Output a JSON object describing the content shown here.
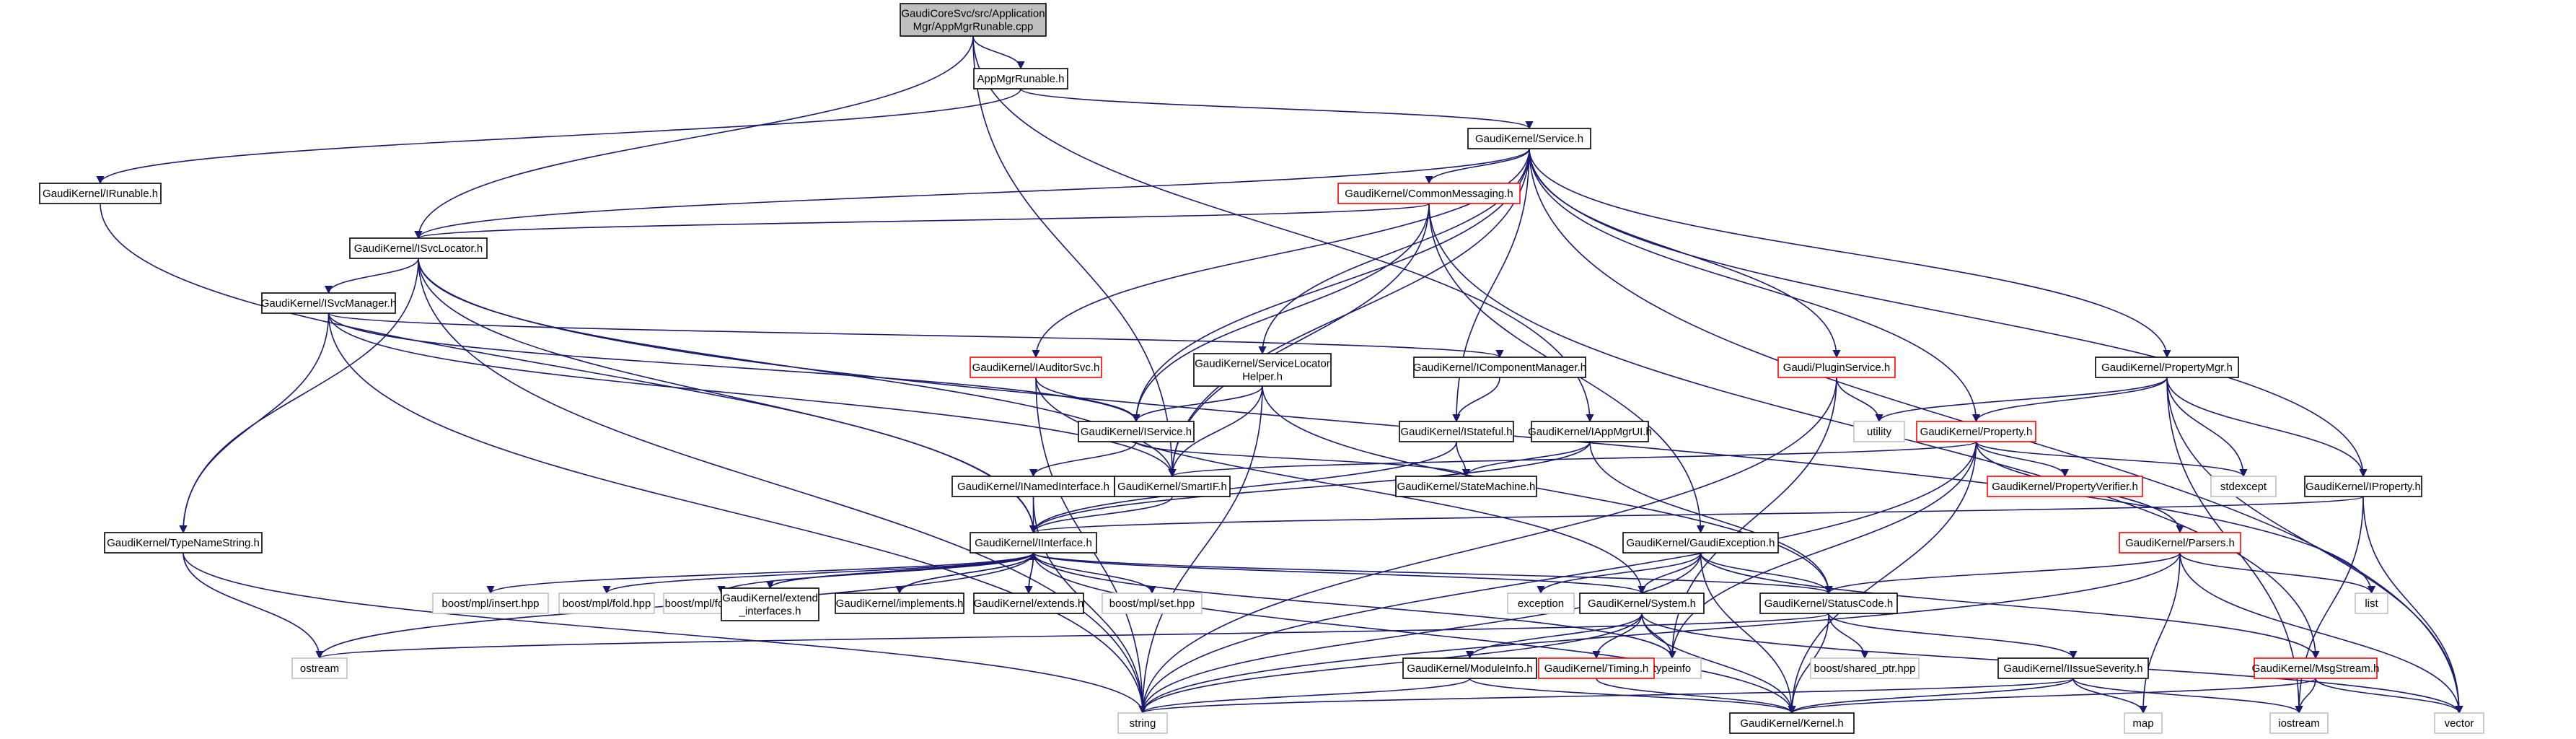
{
  "nodes": [
    {
      "id": "root",
      "lines": [
        "GaudiCoreSvc/src/Application",
        "Mgr/AppMgrRunable.cpp"
      ],
      "style": "root"
    },
    {
      "id": "appmgrrunable",
      "lines": [
        "AppMgrRunable.h"
      ],
      "style": "normal"
    },
    {
      "id": "service",
      "lines": [
        "GaudiKernel/Service.h"
      ],
      "style": "normal"
    },
    {
      "id": "irunable",
      "lines": [
        "GaudiKernel/IRunable.h"
      ],
      "style": "normal"
    },
    {
      "id": "commonmessaging",
      "lines": [
        "GaudiKernel/CommonMessaging.h"
      ],
      "style": "red"
    },
    {
      "id": "isvclocator",
      "lines": [
        "GaudiKernel/ISvcLocator.h"
      ],
      "style": "normal"
    },
    {
      "id": "isvcmanager",
      "lines": [
        "GaudiKernel/ISvcManager.h"
      ],
      "style": "normal"
    },
    {
      "id": "icomponentmanager",
      "lines": [
        "GaudiKernel/IComponentManager.h"
      ],
      "style": "normal"
    },
    {
      "id": "iauditorsvc",
      "lines": [
        "GaudiKernel/IAuditorSvc.h"
      ],
      "style": "red"
    },
    {
      "id": "servicelocatorhelper",
      "lines": [
        "GaudiKernel/ServiceLocator",
        "Helper.h"
      ],
      "style": "normal"
    },
    {
      "id": "pluginservice",
      "lines": [
        "Gaudi/PluginService.h"
      ],
      "style": "red"
    },
    {
      "id": "propertymgr",
      "lines": [
        "GaudiKernel/PropertyMgr.h"
      ],
      "style": "normal"
    },
    {
      "id": "iservice",
      "lines": [
        "GaudiKernel/IService.h"
      ],
      "style": "normal"
    },
    {
      "id": "istateful",
      "lines": [
        "GaudiKernel/IStateful.h"
      ],
      "style": "normal"
    },
    {
      "id": "iappmgrui",
      "lines": [
        "GaudiKernel/IAppMgrUI.h"
      ],
      "style": "normal"
    },
    {
      "id": "property",
      "lines": [
        "GaudiKernel/Property.h"
      ],
      "style": "red"
    },
    {
      "id": "utility",
      "lines": [
        "utility"
      ],
      "style": "grey"
    },
    {
      "id": "inamedinterface",
      "lines": [
        "GaudiKernel/INamedInterface.h"
      ],
      "style": "normal"
    },
    {
      "id": "smartif",
      "lines": [
        "GaudiKernel/SmartIF.h"
      ],
      "style": "normal"
    },
    {
      "id": "statemachine",
      "lines": [
        "GaudiKernel/StateMachine.h"
      ],
      "style": "normal"
    },
    {
      "id": "propertyverifier",
      "lines": [
        "GaudiKernel/PropertyVerifier.h"
      ],
      "style": "red"
    },
    {
      "id": "stdexcept",
      "lines": [
        "stdexcept"
      ],
      "style": "grey"
    },
    {
      "id": "iproperty",
      "lines": [
        "GaudiKernel/IProperty.h"
      ],
      "style": "normal"
    },
    {
      "id": "typenamestring",
      "lines": [
        "GaudiKernel/TypeNameString.h"
      ],
      "style": "normal"
    },
    {
      "id": "iinterface",
      "lines": [
        "GaudiKernel/IInterface.h"
      ],
      "style": "normal"
    },
    {
      "id": "gaudiexception",
      "lines": [
        "GaudiKernel/GaudiException.h"
      ],
      "style": "normal"
    },
    {
      "id": "parsers",
      "lines": [
        "GaudiKernel/Parsers.h"
      ],
      "style": "red"
    },
    {
      "id": "mplinsert",
      "lines": [
        "boost/mpl/insert.hpp"
      ],
      "style": "grey"
    },
    {
      "id": "mplfold",
      "lines": [
        "boost/mpl/fold.hpp"
      ],
      "style": "grey"
    },
    {
      "id": "mplforeach",
      "lines": [
        "boost/mpl/for_each.hpp"
      ],
      "style": "grey"
    },
    {
      "id": "extendinterfaces",
      "lines": [
        "GaudiKernel/extend",
        "_interfaces.h"
      ],
      "style": "normal"
    },
    {
      "id": "implements",
      "lines": [
        "GaudiKernel/implements.h"
      ],
      "style": "normal"
    },
    {
      "id": "extends",
      "lines": [
        "GaudiKernel/extends.h"
      ],
      "style": "normal"
    },
    {
      "id": "mplset",
      "lines": [
        "boost/mpl/set.hpp"
      ],
      "style": "grey"
    },
    {
      "id": "exception",
      "lines": [
        "exception"
      ],
      "style": "grey"
    },
    {
      "id": "system",
      "lines": [
        "GaudiKernel/System.h"
      ],
      "style": "normal"
    },
    {
      "id": "statuscode",
      "lines": [
        "GaudiKernel/StatusCode.h"
      ],
      "style": "normal"
    },
    {
      "id": "list",
      "lines": [
        "list"
      ],
      "style": "grey"
    },
    {
      "id": "ostream",
      "lines": [
        "ostream"
      ],
      "style": "grey"
    },
    {
      "id": "typeinfo",
      "lines": [
        "typeinfo"
      ],
      "style": "grey"
    },
    {
      "id": "sharedptr",
      "lines": [
        "boost/shared_ptr.hpp"
      ],
      "style": "grey"
    },
    {
      "id": "moduleinfo",
      "lines": [
        "GaudiKernel/ModuleInfo.h"
      ],
      "style": "normal"
    },
    {
      "id": "timing",
      "lines": [
        "GaudiKernel/Timing.h"
      ],
      "style": "red"
    },
    {
      "id": "iissueseverity",
      "lines": [
        "GaudiKernel/IIssueSeverity.h"
      ],
      "style": "normal"
    },
    {
      "id": "msgstream",
      "lines": [
        "GaudiKernel/MsgStream.h"
      ],
      "style": "red"
    },
    {
      "id": "string",
      "lines": [
        "string"
      ],
      "style": "grey"
    },
    {
      "id": "kernel",
      "lines": [
        "GaudiKernel/Kernel.h"
      ],
      "style": "normal"
    },
    {
      "id": "map",
      "lines": [
        "map"
      ],
      "style": "grey"
    },
    {
      "id": "iostream",
      "lines": [
        "iostream"
      ],
      "style": "grey"
    },
    {
      "id": "vector",
      "lines": [
        "vector"
      ],
      "style": "grey"
    }
  ],
  "edges": [
    [
      "root",
      "appmgrrunable"
    ],
    [
      "root",
      "isvclocator"
    ],
    [
      "root",
      "smartif"
    ],
    [
      "root",
      "iappmgrui"
    ],
    [
      "appmgrrunable",
      "service"
    ],
    [
      "appmgrrunable",
      "irunable"
    ],
    [
      "irunable",
      "iinterface"
    ],
    [
      "service",
      "commonmessaging"
    ],
    [
      "service",
      "isvclocator"
    ],
    [
      "service",
      "iauditorsvc"
    ],
    [
      "service",
      "servicelocatorhelper"
    ],
    [
      "service",
      "pluginservice"
    ],
    [
      "service",
      "propertymgr"
    ],
    [
      "service",
      "iservice"
    ],
    [
      "service",
      "istateful"
    ],
    [
      "service",
      "property"
    ],
    [
      "service",
      "iproperty"
    ],
    [
      "service",
      "smartif"
    ],
    [
      "service",
      "vector"
    ],
    [
      "commonmessaging",
      "isvclocator"
    ],
    [
      "commonmessaging",
      "iservice"
    ],
    [
      "commonmessaging",
      "smartif"
    ],
    [
      "commonmessaging",
      "gaudiexception"
    ],
    [
      "commonmessaging",
      "msgstream"
    ],
    [
      "isvclocator",
      "isvcmanager"
    ],
    [
      "isvclocator",
      "typenamestring"
    ],
    [
      "isvclocator",
      "iinterface"
    ],
    [
      "isvclocator",
      "smartif"
    ],
    [
      "isvclocator",
      "string"
    ],
    [
      "isvclocator",
      "list"
    ],
    [
      "isvcmanager",
      "icomponentmanager"
    ],
    [
      "isvcmanager",
      "iservice"
    ],
    [
      "isvcmanager",
      "typenamestring"
    ],
    [
      "isvcmanager",
      "smartif"
    ],
    [
      "isvcmanager",
      "string"
    ],
    [
      "icomponentmanager",
      "istateful"
    ],
    [
      "iauditorsvc",
      "iservice"
    ],
    [
      "iauditorsvc",
      "string"
    ],
    [
      "iauditorsvc",
      "system"
    ],
    [
      "servicelocatorhelper",
      "iservice"
    ],
    [
      "servicelocatorhelper",
      "smartif"
    ],
    [
      "servicelocatorhelper",
      "statuscode"
    ],
    [
      "servicelocatorhelper",
      "string"
    ],
    [
      "pluginservice",
      "utility"
    ],
    [
      "pluginservice",
      "string"
    ],
    [
      "pluginservice",
      "typeinfo"
    ],
    [
      "propertymgr",
      "property"
    ],
    [
      "propertymgr",
      "iproperty"
    ],
    [
      "propertymgr",
      "utility"
    ],
    [
      "propertymgr",
      "stdexcept"
    ],
    [
      "propertymgr",
      "vector"
    ],
    [
      "propertymgr",
      "iostream"
    ],
    [
      "iservice",
      "inamedinterface"
    ],
    [
      "iservice",
      "statemachine"
    ],
    [
      "istateful",
      "iinterface"
    ],
    [
      "istateful",
      "statemachine"
    ],
    [
      "iappmgrui",
      "iinterface"
    ],
    [
      "iappmgrui",
      "statemachine"
    ],
    [
      "iappmgrui",
      "statuscode"
    ],
    [
      "property",
      "smartif"
    ],
    [
      "property",
      "propertyverifier"
    ],
    [
      "property",
      "parsers"
    ],
    [
      "property",
      "stdexcept"
    ],
    [
      "property",
      "string"
    ],
    [
      "property",
      "typeinfo"
    ],
    [
      "property",
      "kernel"
    ],
    [
      "inamedinterface",
      "iinterface"
    ],
    [
      "inamedinterface",
      "string"
    ],
    [
      "smartif",
      "iinterface"
    ],
    [
      "iproperty",
      "iinterface"
    ],
    [
      "iproperty",
      "vector"
    ],
    [
      "iproperty",
      "iostream"
    ],
    [
      "typenamestring",
      "string"
    ],
    [
      "typenamestring",
      "ostream"
    ],
    [
      "iinterface",
      "mplinsert"
    ],
    [
      "iinterface",
      "mplfold"
    ],
    [
      "iinterface",
      "mplforeach"
    ],
    [
      "iinterface",
      "extendinterfaces"
    ],
    [
      "iinterface",
      "implements"
    ],
    [
      "iinterface",
      "extends"
    ],
    [
      "iinterface",
      "mplset"
    ],
    [
      "iinterface",
      "system"
    ],
    [
      "iinterface",
      "statuscode"
    ],
    [
      "iinterface",
      "typeinfo"
    ],
    [
      "iinterface",
      "ostream"
    ],
    [
      "iinterface",
      "kernel"
    ],
    [
      "extendinterfaces",
      "iinterface"
    ],
    [
      "implements",
      "iinterface"
    ],
    [
      "extends",
      "iinterface"
    ],
    [
      "gaudiexception",
      "exception"
    ],
    [
      "gaudiexception",
      "system"
    ],
    [
      "gaudiexception",
      "statuscode"
    ],
    [
      "gaudiexception",
      "string"
    ],
    [
      "gaudiexception",
      "msgstream"
    ],
    [
      "gaudiexception",
      "kernel"
    ],
    [
      "parsers",
      "statuscode"
    ],
    [
      "parsers",
      "string"
    ],
    [
      "parsers",
      "list"
    ],
    [
      "parsers",
      "map"
    ],
    [
      "parsers",
      "vector"
    ],
    [
      "system",
      "moduleinfo"
    ],
    [
      "system",
      "timing"
    ],
    [
      "system",
      "kernel"
    ],
    [
      "system",
      "string"
    ],
    [
      "system",
      "typeinfo"
    ],
    [
      "system",
      "vector"
    ],
    [
      "statuscode",
      "iissueseverity"
    ],
    [
      "statuscode",
      "sharedptr"
    ],
    [
      "statuscode",
      "kernel"
    ],
    [
      "statuscode",
      "ostream"
    ],
    [
      "moduleinfo",
      "kernel"
    ],
    [
      "moduleinfo",
      "string"
    ],
    [
      "timing",
      "kernel"
    ],
    [
      "iissueseverity",
      "kernel"
    ],
    [
      "iissueseverity",
      "string"
    ],
    [
      "iissueseverity",
      "map"
    ],
    [
      "iissueseverity",
      "iostream"
    ],
    [
      "msgstream",
      "kernel"
    ],
    [
      "msgstream",
      "iostream"
    ],
    [
      "msgstream",
      "vector"
    ]
  ],
  "colors": {
    "edge": "#191970",
    "normal_border": "#000000",
    "red_border": "#ff0000",
    "grey_border": "#bfbfbf",
    "root_fill": "#bfbfbf",
    "fill": "#ffffff",
    "text": "#000000"
  }
}
